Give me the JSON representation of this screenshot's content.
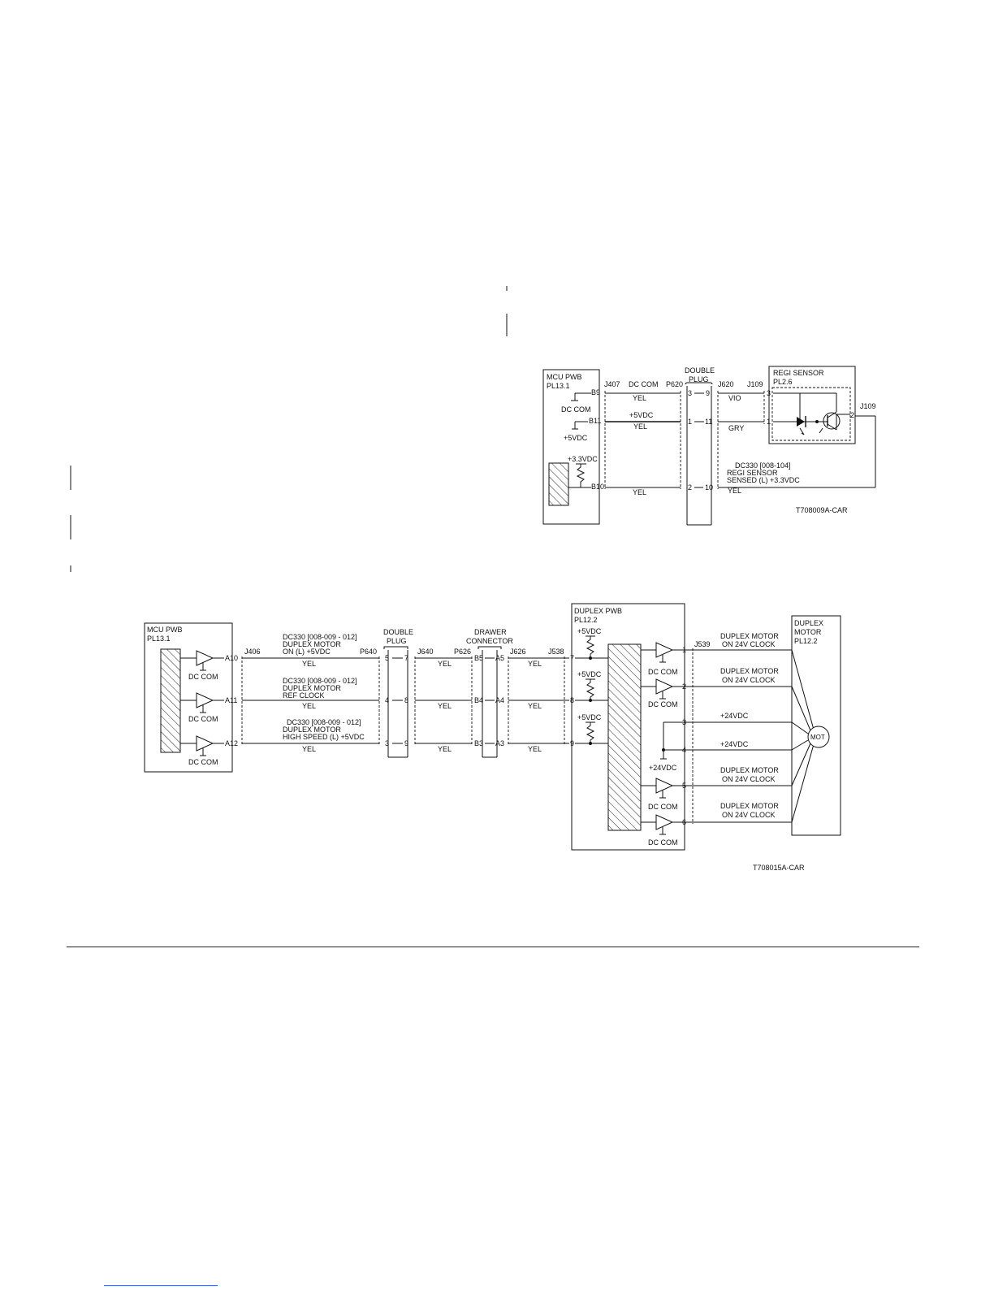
{
  "diagram1": {
    "id": "T708009A-CAR",
    "mcu_title": "MCU PWB",
    "mcu_ref": "PL13.1",
    "dc_com": "DC COM",
    "plus5vdc": "+5VDC",
    "plus33vdc": "+3.3VDC",
    "pins": {
      "b9": "B9",
      "b11": "B11",
      "b10": "B10"
    },
    "j407": "J407",
    "p620": "P620",
    "j620": "J620",
    "j109": "J109",
    "double_plug": [
      "DOUBLE",
      "PLUG"
    ],
    "dp_pins": [
      [
        "3",
        "9"
      ],
      [
        "1",
        "11"
      ],
      [
        "2",
        "10"
      ]
    ],
    "wire_dccom": "DC COM",
    "wire_5vdc": "+5VDC",
    "yel": "YEL",
    "vio": "VIO",
    "gry": "GRY",
    "sensor_title": "REGI SENSOR",
    "sensor_ref": "PL2.6",
    "sensor_pins": [
      "3",
      "1",
      "2"
    ],
    "signal": [
      "DC330 [008-104]",
      "REGI SENSOR",
      "SENSED (L) +3.3VDC"
    ]
  },
  "diagram2": {
    "id": "T708015A-CAR",
    "mcu_title": "MCU PWB",
    "mcu_ref": "PL13.1",
    "dc_com": "DC COM",
    "pins": [
      "A10",
      "A11",
      "A12"
    ],
    "j406": "J406",
    "p640": "P640",
    "j640": "J640",
    "p626": "P626",
    "j626": "J626",
    "j538": "J538",
    "j539": "J539",
    "double_plug": [
      "DOUBLE",
      "PLUG"
    ],
    "drawer_connector": [
      "DRAWER",
      "CONNECTOR"
    ],
    "dp_pins": [
      [
        "5",
        "7"
      ],
      [
        "4",
        "8"
      ],
      [
        "3",
        "9"
      ]
    ],
    "dc_pins": [
      [
        "B5",
        "A5"
      ],
      [
        "B4",
        "A4"
      ],
      [
        "B3",
        "A3"
      ]
    ],
    "duplex_pins": [
      "7",
      "8",
      "9"
    ],
    "signals": [
      [
        "DC330 [008-009 - 012]",
        "DUPLEX MOTOR",
        "ON (L) +5VDC"
      ],
      [
        "DC330 [008-009 - 012]",
        "DUPLEX MOTOR",
        "REF CLOCK"
      ],
      [
        "DC330 [008-009 - 012]",
        "DUPLEX MOTOR",
        "HIGH SPEED (L) +5VDC"
      ]
    ],
    "yel": "YEL",
    "duplex_pwb_title": "DUPLEX PWB",
    "duplex_pwb_ref": "PL12.2",
    "plus5vdc": "+5VDC",
    "plus24vdc": "+24VDC",
    "motor_title": [
      "DUPLEX",
      "MOTOR",
      "PL12.2"
    ],
    "mot": "MOT",
    "out_pins": [
      "1",
      "2",
      "3",
      "4",
      "5",
      "6"
    ],
    "out_labels": [
      [
        "DUPLEX MOTOR",
        "ON 24V CLOCK"
      ],
      [
        "DUPLEX MOTOR",
        "ON 24V CLOCK"
      ],
      [
        "+24VDC"
      ],
      [
        "+24VDC"
      ],
      [
        "DUPLEX MOTOR",
        "ON 24V CLOCK"
      ],
      [
        "DUPLEX MOTOR",
        "ON 24V CLOCK"
      ]
    ]
  }
}
